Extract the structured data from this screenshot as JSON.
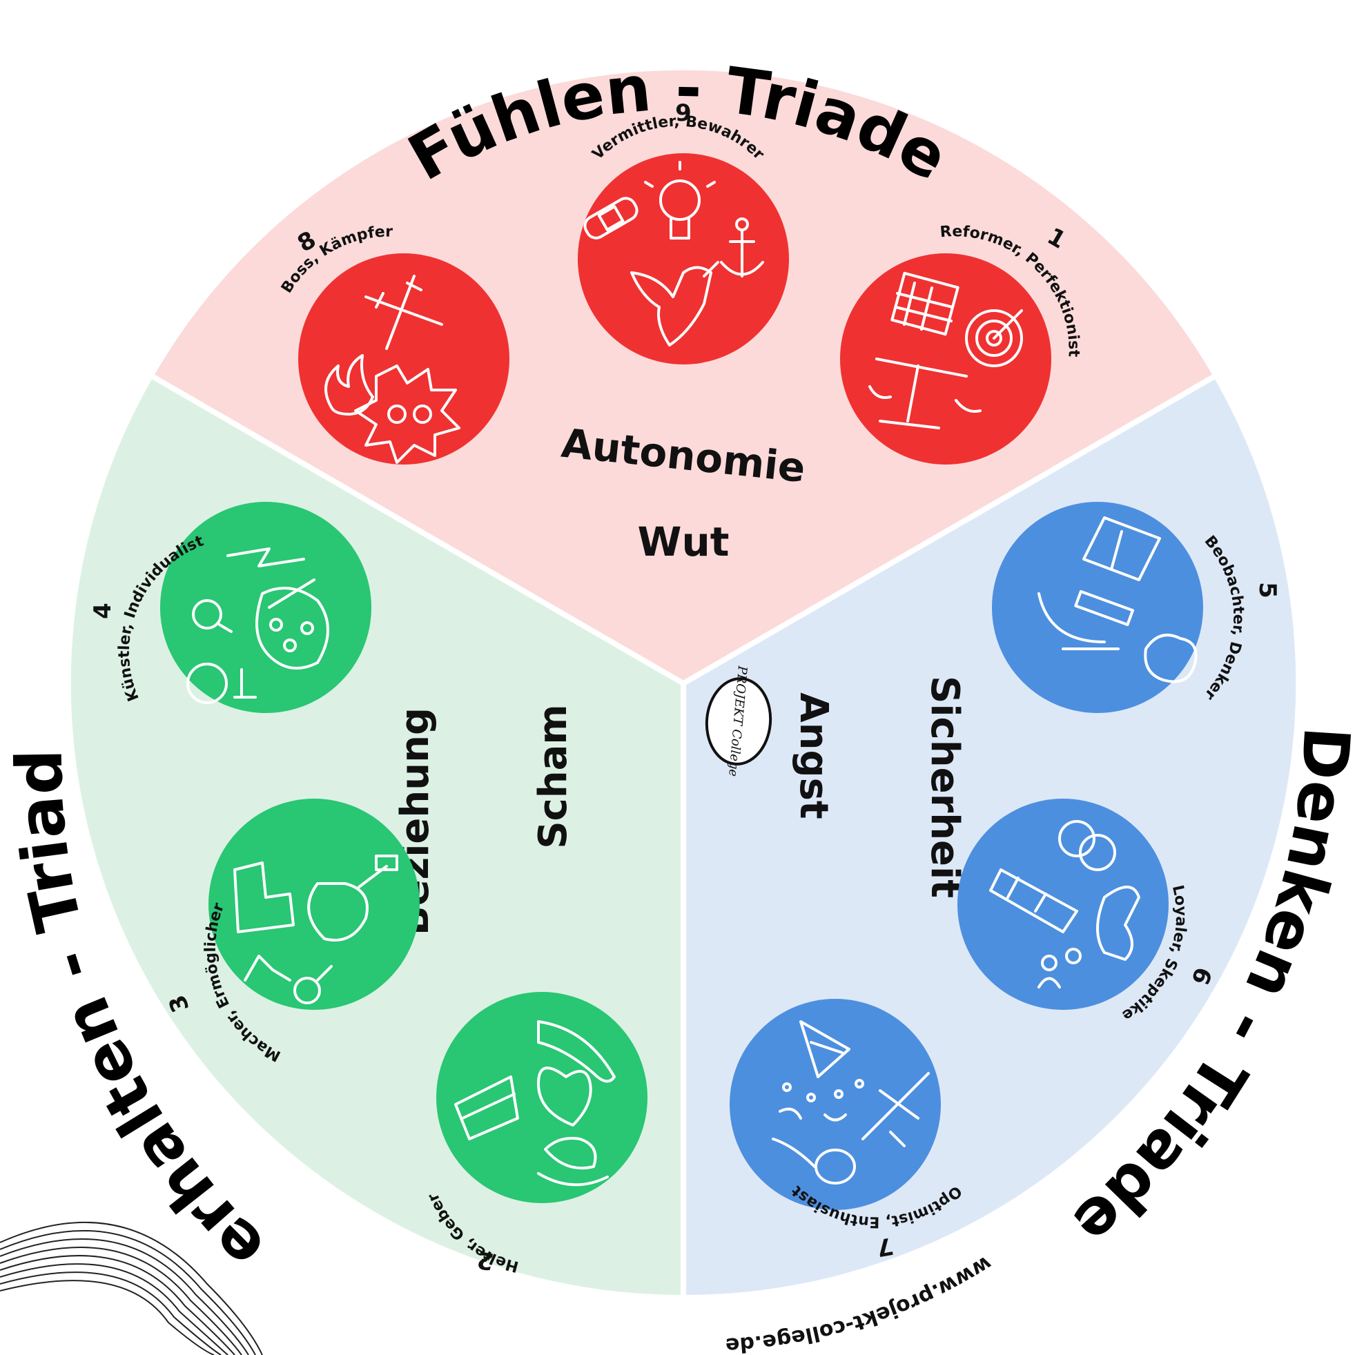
{
  "colors": {
    "feel_bg": "#fcdada",
    "think_bg": "#dde8f7",
    "act_bg": "#dcf1e4",
    "feel_circle": "#f03131",
    "think_circle": "#4d8fdf",
    "act_circle": "#29c673",
    "divider": "#ffffff"
  },
  "triads": {
    "feel": {
      "title": "Fühlen - Triade",
      "need": "Autonomie",
      "emotion": "Wut"
    },
    "think": {
      "title": "Denken - Triade",
      "need": "Sicherheit",
      "emotion": "Angst"
    },
    "act": {
      "title": "Verhalten - Triade",
      "need": "Beziehung",
      "emotion": "Scham"
    }
  },
  "types": {
    "t1": {
      "number": "1",
      "name": "Reformer, Perfektionist",
      "icons": [
        "calendar-icon",
        "target-icon",
        "scales-icon"
      ]
    },
    "t2": {
      "number": "2",
      "name": "Helfer, Geber",
      "icons": [
        "helping-hand-icon",
        "heart-icon",
        "cake-icon",
        "teacup-icon"
      ]
    },
    "t3": {
      "number": "3",
      "name": "Macher, Ermöglicher",
      "icons": [
        "podium-icon",
        "trophy-icon",
        "mountain-icon",
        "award-badge-icon"
      ]
    },
    "t4": {
      "number": "4",
      "name": "Künstler, Individualist",
      "icons": [
        "lightning-icon",
        "palette-icon",
        "lightbulb-icon",
        "mirror-icon"
      ]
    },
    "t5": {
      "number": "5",
      "name": "Beobachter, Denker",
      "icons": [
        "book-icon",
        "microscope-icon",
        "brain-icon"
      ]
    },
    "t6": {
      "number": "6",
      "name": "Loyaler, Skeptiker",
      "icons": [
        "rings-icon",
        "lighthouse-icon",
        "dinosaur-icon",
        "people-icon"
      ]
    },
    "t7": {
      "number": "7",
      "name": "Optimist, Enthusiast",
      "icons": [
        "party-hat-icon",
        "airplane-icon",
        "confetti-icon",
        "balloon-icon"
      ]
    },
    "t8": {
      "number": "8",
      "name": "Boss, Kämpfer",
      "icons": [
        "crossed-swords-icon",
        "fire-icon",
        "explosion-icon"
      ]
    },
    "t9": {
      "number": "9",
      "name": "Vermittler, Bewahrer",
      "icons": [
        "bandage-icon",
        "lightbulb-icon",
        "anchor-icon",
        "dove-icon"
      ]
    }
  },
  "logo": {
    "text": "PROJEKT College"
  },
  "footer": {
    "url": "www.projekt-college.de"
  }
}
